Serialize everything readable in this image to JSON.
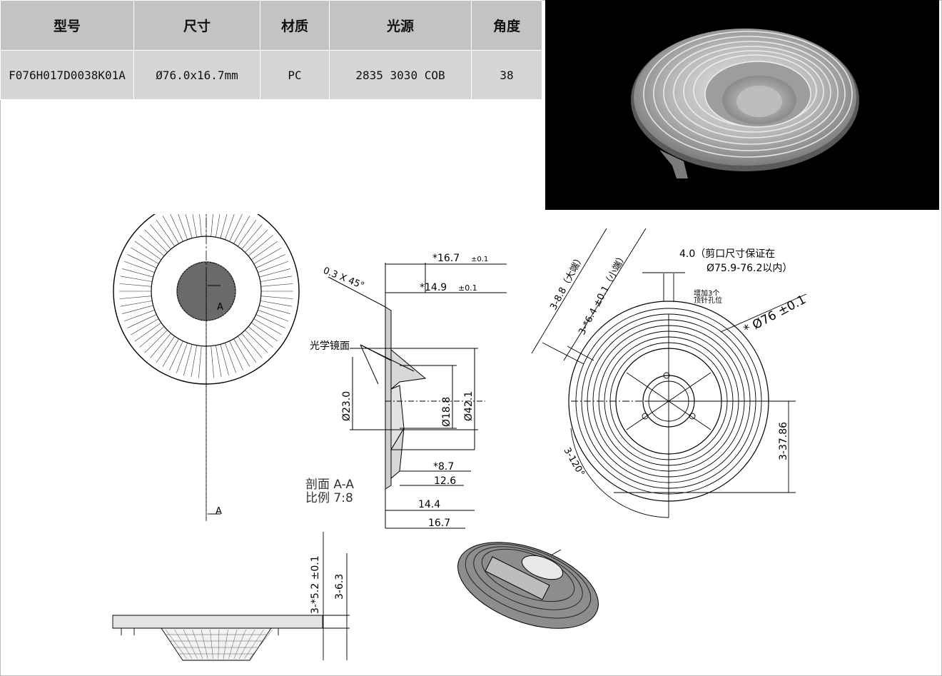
{
  "spec_table": {
    "headers": [
      "型号",
      "尺寸",
      "材质",
      "光源",
      "角度"
    ],
    "row": [
      "F076H017D0038K01A",
      "Ø76.0x16.7mm",
      "PC",
      "2835 3030 COB",
      "38"
    ]
  },
  "drawing": {
    "section_marks": [
      "A",
      "A"
    ],
    "chamfer": "0.3 X 45°",
    "optical_surface": "光学镜面",
    "dim_total_height": "*16.7",
    "dim_total_height_tol": "±0.1",
    "dim_body_height": "*14.9",
    "dim_body_height_tol": "±0.1",
    "dim_d23": "Ø23.0",
    "dim_d18": "Ø18.8",
    "dim_d42": "Ø42.1",
    "dim_8_7": "*8.7",
    "dim_12_6": "12.6",
    "dim_14_4": "14.4",
    "dim_16_7": "16.7",
    "section_title": "剖面 A-A",
    "section_scale": "比例 7:8",
    "notch_note_line1": "4.0（剪口尺寸保证在",
    "notch_note_line2": "Ø75.9-76.2以内）",
    "pin_big": "3-8.8（大端）",
    "pin_small": "3-*6.4 ±0.1（小端）",
    "ejector_note_line1": "增加3个",
    "ejector_note_line2": "顶针孔位",
    "outer_diameter": "* Ø76 ±0.1",
    "angle_120": "3-120°",
    "dim_37_86": "3-37.86",
    "pin_height": "3-*5.2 ±0.1",
    "pin_height2": "3-6.3"
  },
  "colors": {
    "header_bg": "#c3c3c3",
    "row_bg": "#d6d6d6",
    "photo_bg": "#000000"
  }
}
